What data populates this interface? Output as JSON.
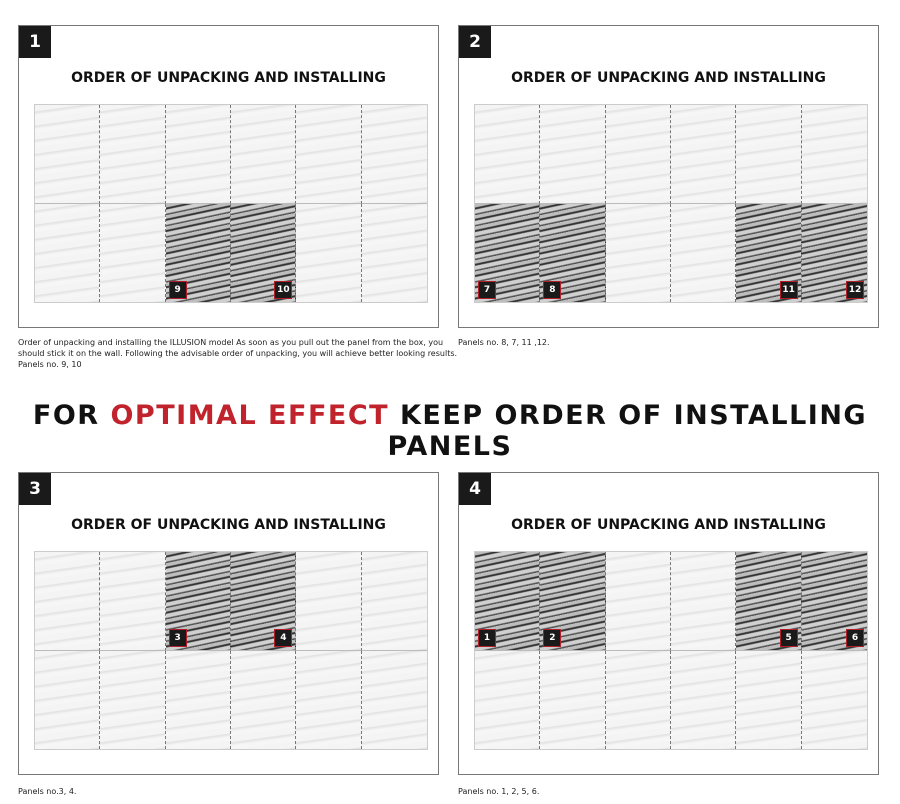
{
  "panels": [
    {
      "number": "1",
      "title": "ORDER OF UNPACKING AND INSTALLING",
      "dark_row": 1,
      "dark_cols": [
        2,
        3
      ],
      "tags": [
        {
          "col": 2,
          "side": "l",
          "label": "9"
        },
        {
          "col": 3,
          "side": "r",
          "label": "10"
        }
      ],
      "caption": [
        "Order of unpacking and installing the ILLUSION model As soon as you pull out the panel from the box, you",
        "should stick it on the wall. Following the advisable order of unpacking, you will achieve better looking results.",
        "Panels no. 9, 10"
      ]
    },
    {
      "number": "2",
      "title": "ORDER OF UNPACKING AND INSTALLING",
      "dark_row": 1,
      "dark_cols": [
        0,
        1,
        4,
        5
      ],
      "tags": [
        {
          "col": 0,
          "side": "l",
          "label": "7"
        },
        {
          "col": 1,
          "side": "l",
          "label": "8"
        },
        {
          "col": 4,
          "side": "r",
          "label": "11"
        },
        {
          "col": 5,
          "side": "r",
          "label": "12"
        }
      ],
      "caption": [
        "Panels no. 8, 7, 11 ,12."
      ]
    },
    {
      "number": "3",
      "title": "ORDER OF UNPACKING AND INSTALLING",
      "dark_row": 0,
      "dark_cols": [
        2,
        3
      ],
      "tags": [
        {
          "col": 2,
          "side": "l",
          "label": "3"
        },
        {
          "col": 3,
          "side": "r",
          "label": "4"
        }
      ],
      "caption": [
        "Panels no.3, 4."
      ]
    },
    {
      "number": "4",
      "title": "ORDER OF UNPACKING AND INSTALLING",
      "dark_row": 0,
      "dark_cols": [
        0,
        1,
        4,
        5
      ],
      "tags": [
        {
          "col": 0,
          "side": "l",
          "label": "1"
        },
        {
          "col": 1,
          "side": "l",
          "label": "2"
        },
        {
          "col": 4,
          "side": "r",
          "label": "5"
        },
        {
          "col": 5,
          "side": "r",
          "label": "6"
        }
      ],
      "caption": [
        "Panels no. 1, 2, 5, 6."
      ]
    }
  ],
  "headline": {
    "part1": "FOR ",
    "highlight": "OPTIMAL EFFECT",
    "part2": " KEEP ORDER OF INSTALLING PANELS",
    "highlight_color": "#c0232c"
  }
}
